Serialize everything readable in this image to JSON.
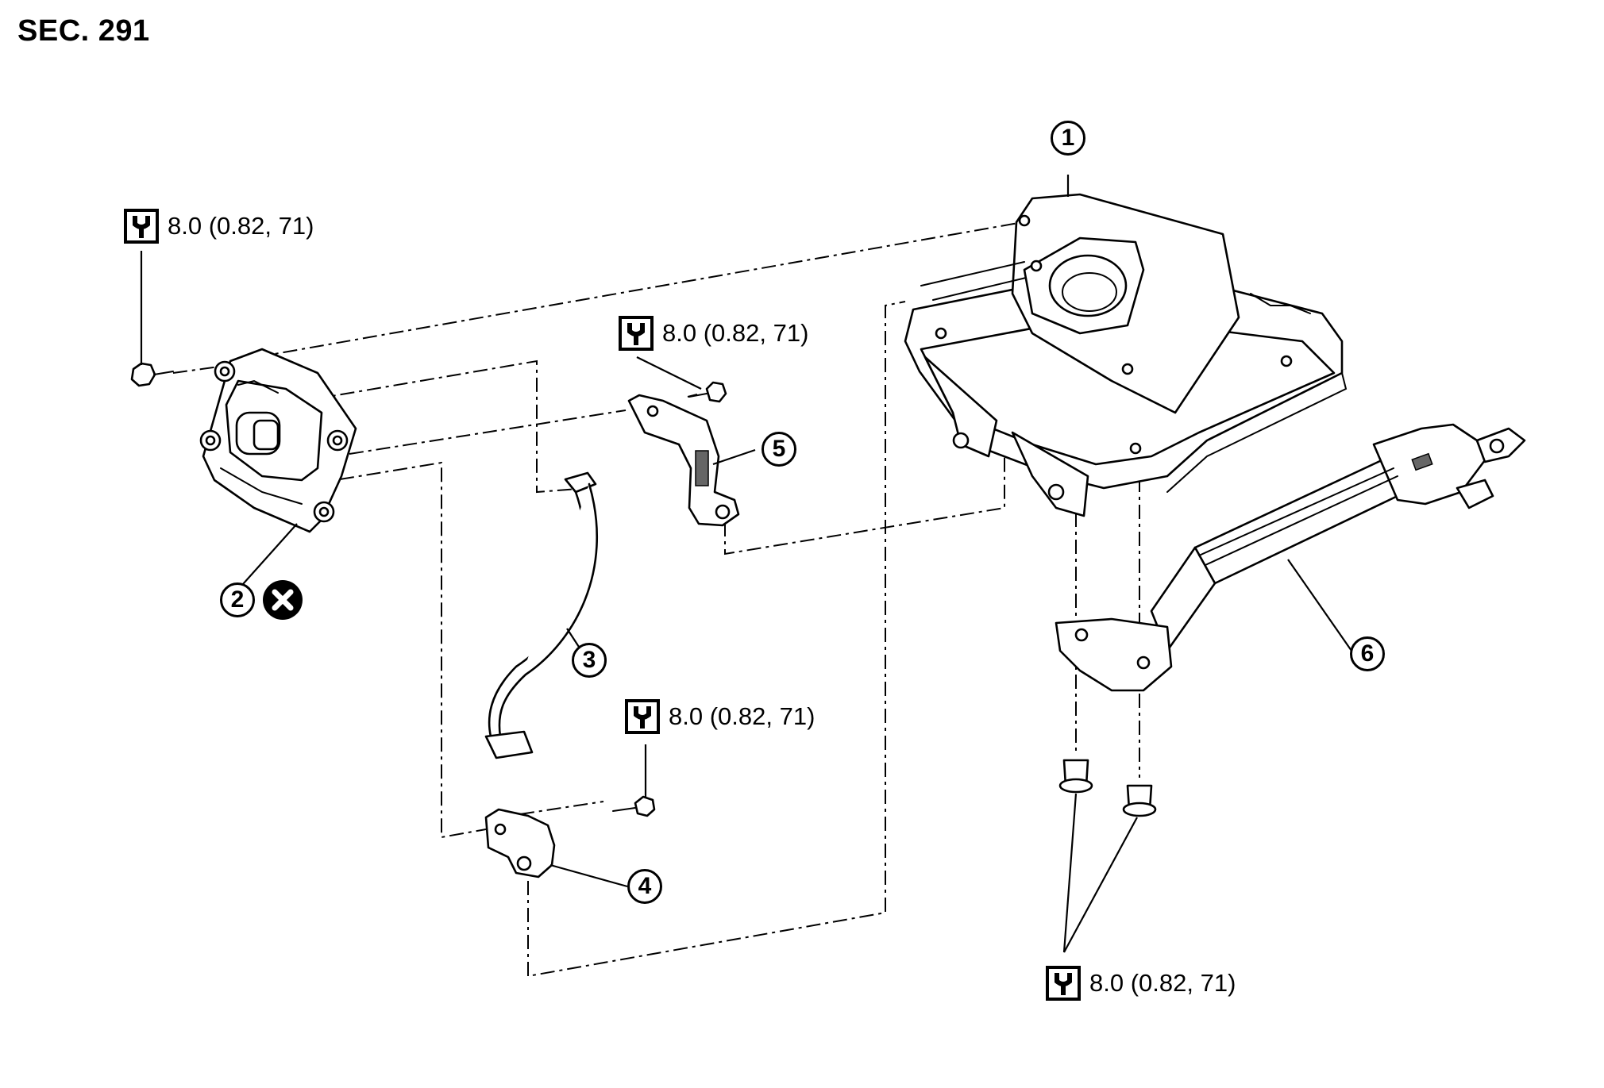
{
  "section": "SEC. 291",
  "torque_spec": "8.0 (0.82, 71)",
  "callouts": [
    "1",
    "2",
    "3",
    "4",
    "5",
    "6"
  ],
  "icons": {
    "torque": "torque-wrench-icon",
    "not_reusable": "not-reusable-x-icon"
  }
}
